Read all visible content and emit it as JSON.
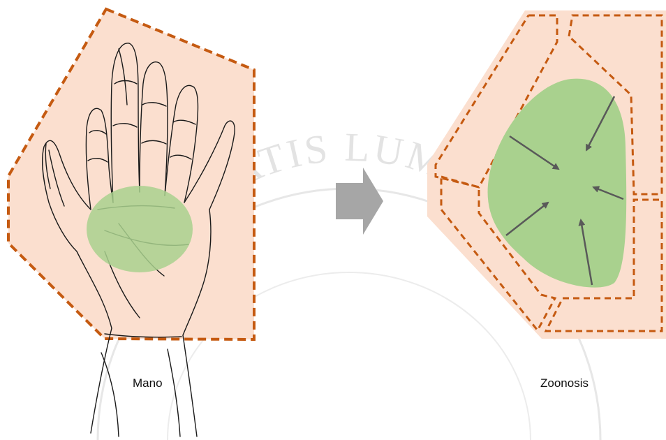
{
  "captions": {
    "left": "Mano",
    "right": "Zoonosis"
  },
  "watermark": {
    "text": "VERITATIS LUMINE AD"
  },
  "colors": {
    "zone_fill": "#fbdfcf",
    "dash": "#c55a11",
    "green": "#a9d18e",
    "arrow_gray": "#a6a6a6",
    "arrow_dark": "#595959",
    "ink": "#111111"
  },
  "icons": {
    "transition": "block-arrow-right-icon"
  }
}
